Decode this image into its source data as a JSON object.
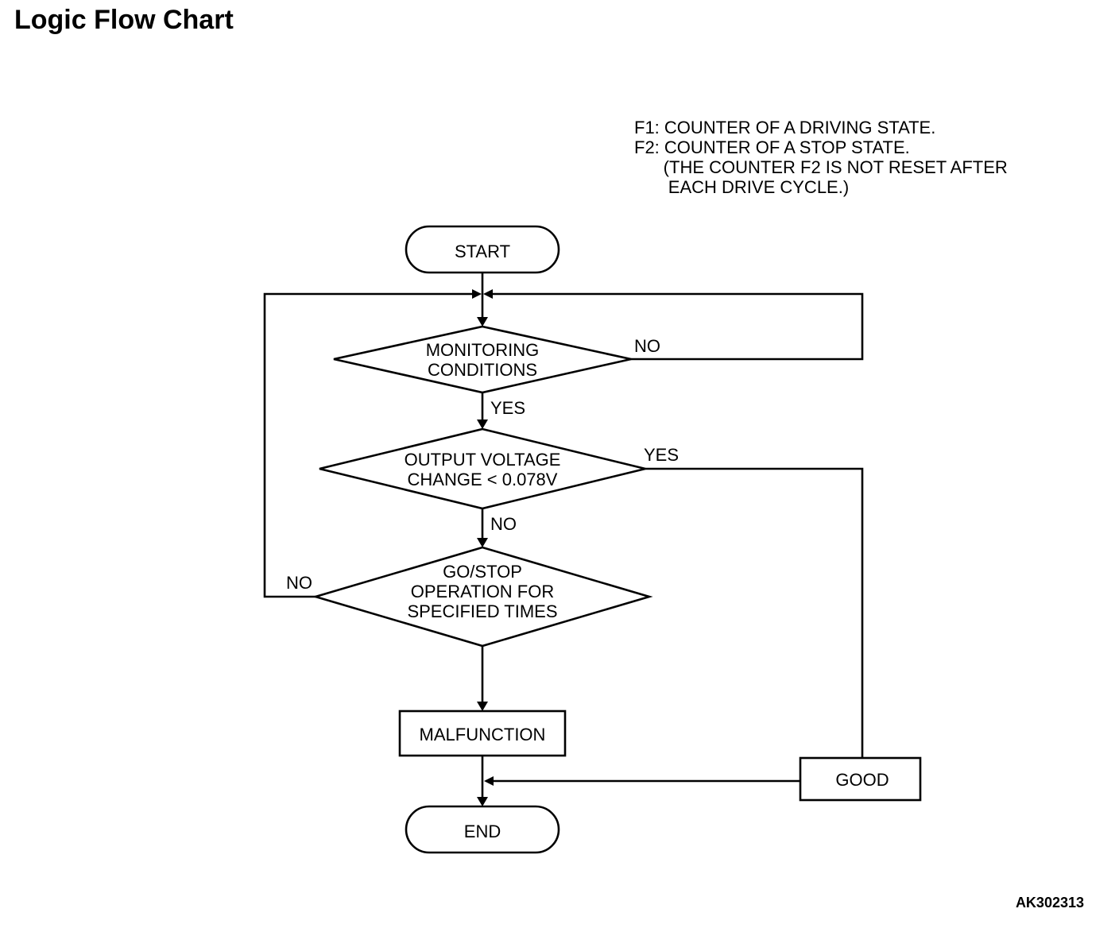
{
  "title": "Logic Flow Chart",
  "notes": [
    "F1: COUNTER OF A DRIVING STATE.",
    "F2: COUNTER OF A STOP STATE.",
    "      (THE COUNTER F2 IS NOT RESET AFTER",
    "       EACH DRIVE CYCLE.)"
  ],
  "figure_code": "AK302313",
  "nodes": {
    "start": "START",
    "monitoring": [
      "MONITORING",
      "CONDITIONS"
    ],
    "output_voltage": [
      "OUTPUT VOLTAGE",
      "CHANGE < 0.078V"
    ],
    "go_stop": [
      "GO/STOP",
      "OPERATION FOR",
      "SPECIFIED TIMES"
    ],
    "malfunction": "MALFUNCTION",
    "good": "GOOD",
    "end": "END"
  },
  "edge_labels": {
    "monitoring_no": "NO",
    "monitoring_yes": "YES",
    "output_yes": "YES",
    "output_no": "NO",
    "gostop_no": "NO"
  }
}
